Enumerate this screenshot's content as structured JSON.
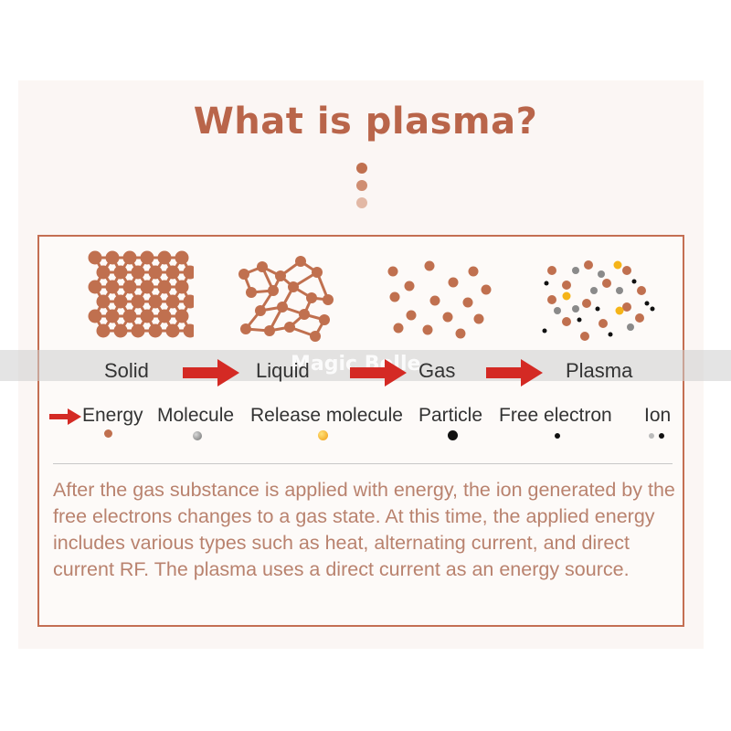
{
  "title": "What is plasma?",
  "watermark": "Magic Belle",
  "states": [
    "Solid",
    "Liquid",
    "Gas",
    "Plasma"
  ],
  "legend": {
    "energy": "Energy",
    "molecule": "Molecule",
    "release_molecule": "Release molecule",
    "particle": "Particle",
    "free_electron": "Free electron",
    "ion": "Ion"
  },
  "description": "After the gas substance is applied with energy, the ion generated by the free electrons changes to a gas state. At this time, the applied energy includes various types such as heat, alternating current, and direct current RF. The plasma uses a direct current as an energy source.",
  "colors": {
    "accent": "#b9654a",
    "molecule": "#c0704f",
    "arrow": "#d42a24",
    "border": "#c46f53",
    "text": "#b9826e",
    "release_molecule": "#f5b418",
    "gray_particle": "#8a8a8a",
    "electron": "#111111"
  }
}
